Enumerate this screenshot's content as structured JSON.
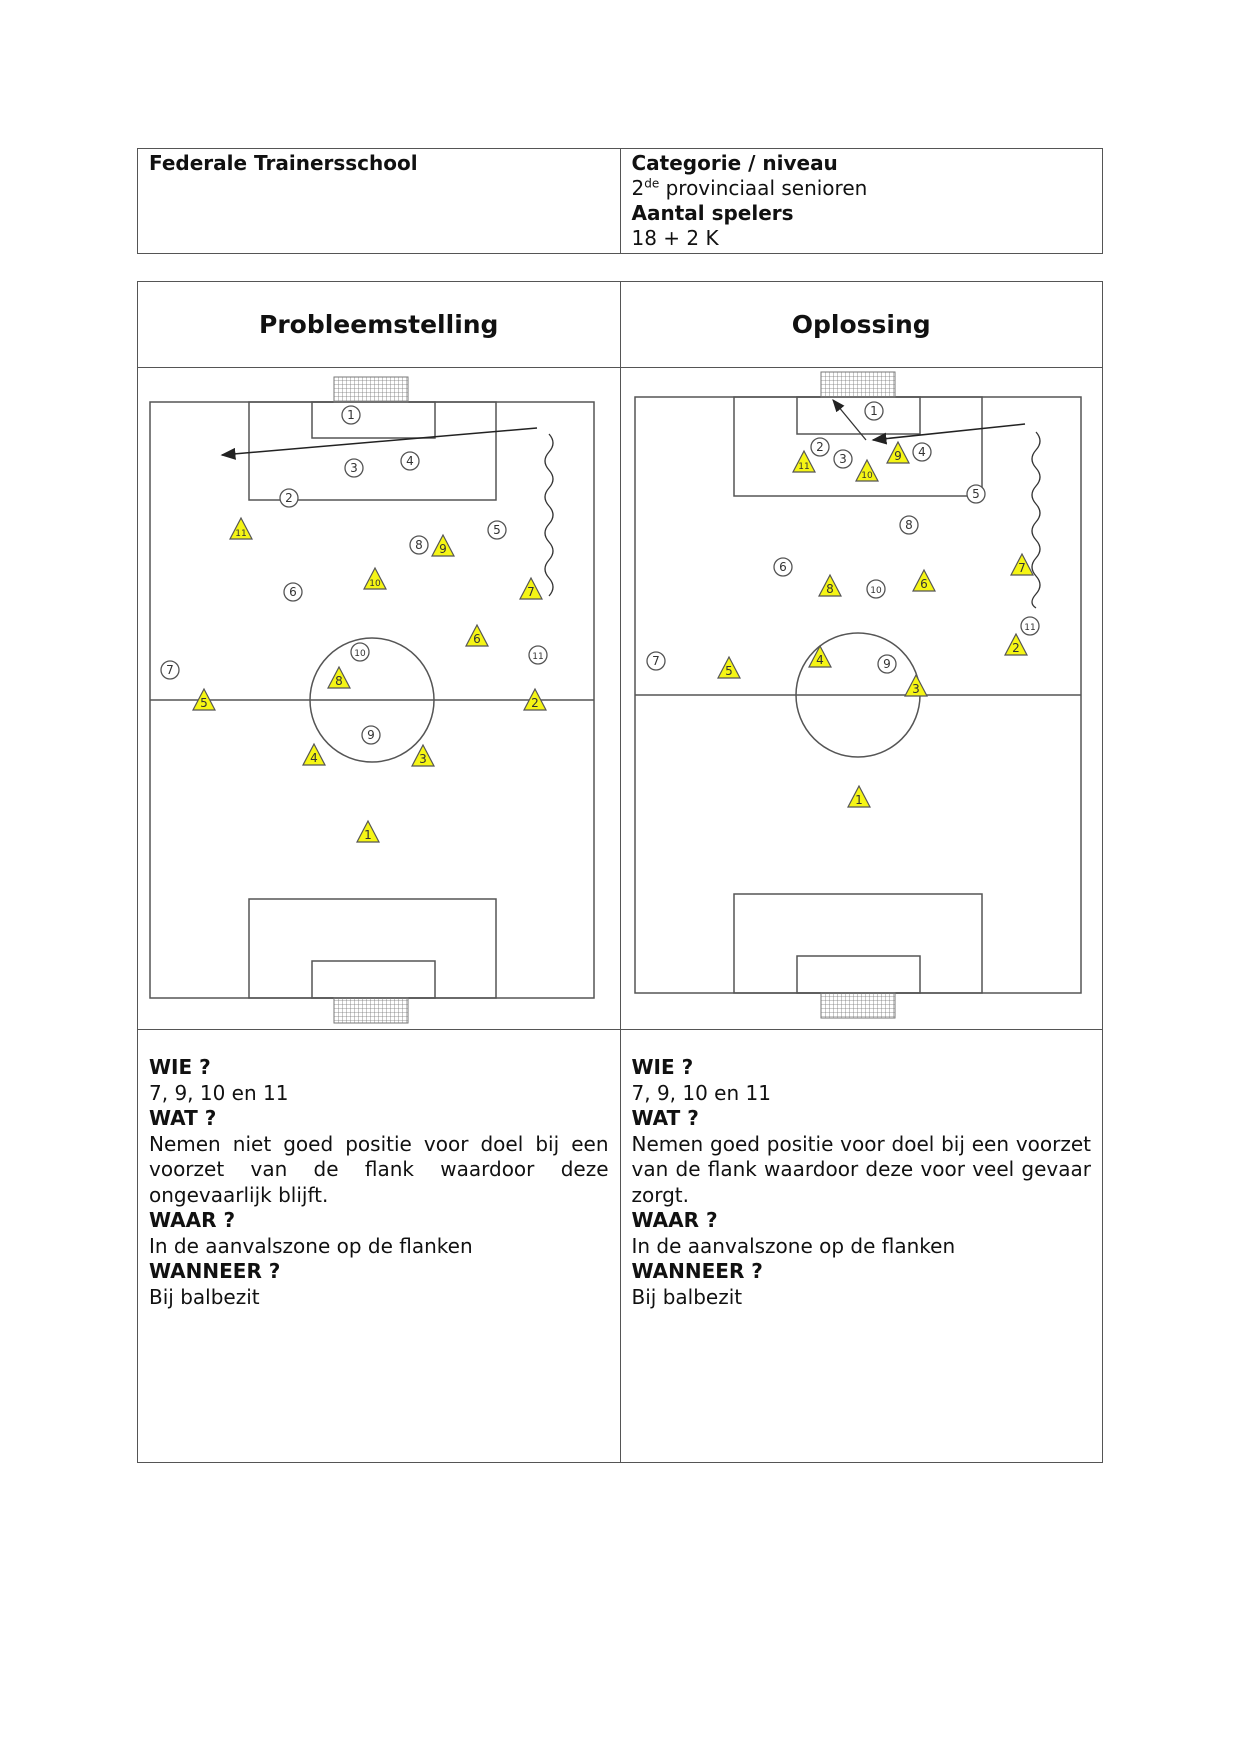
{
  "header": {
    "org": "Federale Trainersschool",
    "category_label": "Categorie / niveau",
    "category_sup": "de",
    "category_num": "2",
    "category_rest": " provinciaal senioren",
    "players_label": "Aantal spelers",
    "players_value": "18 + 2 K"
  },
  "columns": [
    {
      "title": "Probleemstelling",
      "wie_label": "WIE ?",
      "wie": "7, 9, 10 en 11",
      "wat_label": "WAT ?",
      "wat": "Nemen niet goed positie voor doel bij een voorzet van de flank waardoor deze ongevaarlijk blijft.",
      "waar_label": "WAAR ?",
      "waar": "In de aanvalszone op de flanken",
      "wanneer_label": "WANNEER ?",
      "wanneer": "Bij balbezit"
    },
    {
      "title": "Oplossing",
      "wie_label": "WIE ?",
      "wie": "7, 9, 10 en 11",
      "wat_label": "WAT ?",
      "wat": "Nemen goed positie voor doel bij een voorzet van de flank waardoor deze voor veel gevaar zorgt.",
      "waar_label": "WAAR ?",
      "waar": "In de aanvalszone op de flanken",
      "wanneer_label": "WANNEER ?",
      "wanneer": "Bij balbezit"
    }
  ],
  "colors": {
    "attacker": "#f5f515",
    "line": "#555555"
  }
}
